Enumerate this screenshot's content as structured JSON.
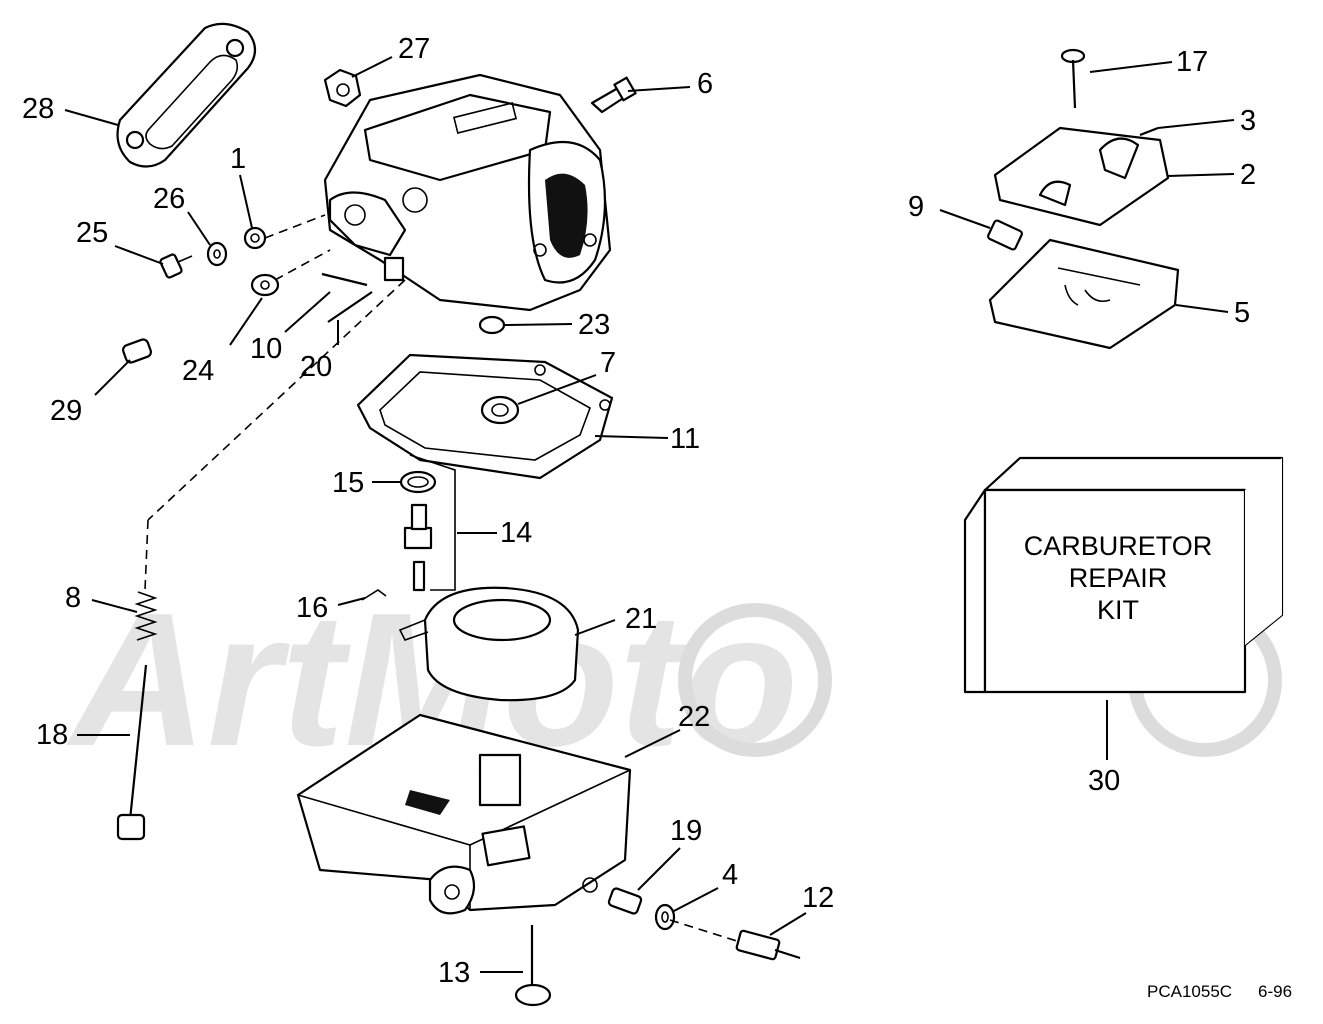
{
  "diagram": {
    "callouts": {
      "c1": "1",
      "c2": "2",
      "c3": "3",
      "c4": "4",
      "c5": "5",
      "c6": "6",
      "c7": "7",
      "c8": "8",
      "c9": "9",
      "c10": "10",
      "c11": "11",
      "c12": "12",
      "c13": "13",
      "c14": "14",
      "c15": "15",
      "c16": "16",
      "c17": "17",
      "c18": "18",
      "c19": "19",
      "c20": "20",
      "c21": "21",
      "c22": "22",
      "c23": "23",
      "c24": "24",
      "c25": "25",
      "c26": "26",
      "c27": "27",
      "c28": "28",
      "c29": "29",
      "c30": "30"
    },
    "kit_box": {
      "line1": "CARBURETOR",
      "line2": "REPAIR",
      "line3": "KIT"
    },
    "footer": {
      "code": "PCA1055C",
      "date": "6-96"
    },
    "watermark": "ArtMoto"
  }
}
